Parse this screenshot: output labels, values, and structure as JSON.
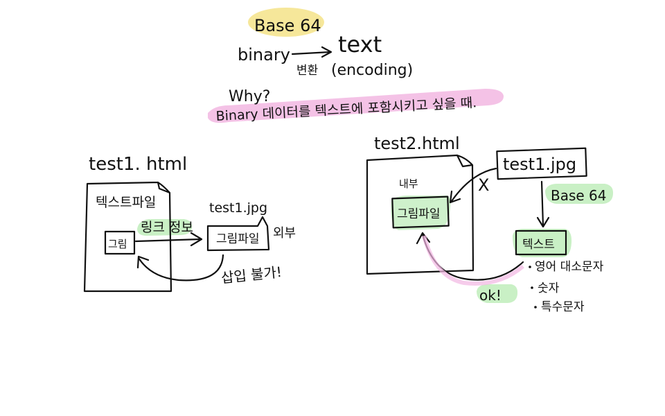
{
  "colors": {
    "ink": "#111111",
    "highlight_yellow": "#f6e79a",
    "highlight_pink": "#f2b7e2",
    "highlight_green": "#c9f0c5"
  },
  "header": {
    "title": "Base 64",
    "binary": "binary",
    "text": "text",
    "arrow_label": "변환",
    "encoding": "(encoding)",
    "why": "Why?",
    "why_line": "Binary 데이터를 텍스트에 포함시키고 싶을 때."
  },
  "left_diagram": {
    "file_name": "test1. html",
    "doc_label": "텍스트파일",
    "image_box": "그림",
    "link_label": "링크 정보",
    "jpg_name": "test1.jpg",
    "jpg_box": "그림파일",
    "outside": "외부",
    "insert_label": "삽입 불가!"
  },
  "right_diagram": {
    "file_name": "test2.html",
    "inside": "내부",
    "image_box": "그림파일",
    "jpg_name": "test1.jpg",
    "x_mark": "X",
    "base64": "Base 64",
    "text_box": "텍스트",
    "ok": "ok!",
    "bullets": [
      "영어 대소문자",
      "숫자",
      "특수문자"
    ]
  }
}
